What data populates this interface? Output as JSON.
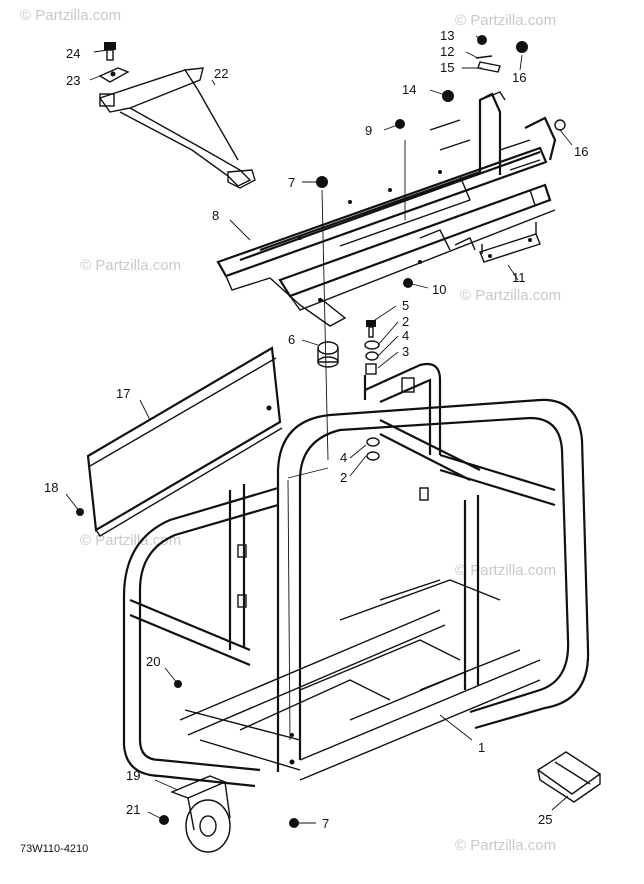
{
  "diagram": {
    "drawing_code": "73W110-4210",
    "watermarks": [
      "© Partzilla.com",
      "© Partzilla.com",
      "© Partzilla.com",
      "© Partzilla.com",
      "© Partzilla.com",
      "© Partzilla.com",
      "© Partzilla.com"
    ],
    "callouts": {
      "c1": "1",
      "c2a": "2",
      "c2b": "2",
      "c3": "3",
      "c4a": "4",
      "c4b": "4",
      "c5": "5",
      "c6": "6",
      "c7a": "7",
      "c7b": "7",
      "c8": "8",
      "c9": "9",
      "c10": "10",
      "c11": "11",
      "c12": "12",
      "c13": "13",
      "c14": "14",
      "c15": "15",
      "c16a": "16",
      "c16b": "16",
      "c17": "17",
      "c18": "18",
      "c19": "19",
      "c20": "20",
      "c21": "21",
      "c22": "22",
      "c23": "23",
      "c24": "24",
      "c25": "25"
    }
  }
}
